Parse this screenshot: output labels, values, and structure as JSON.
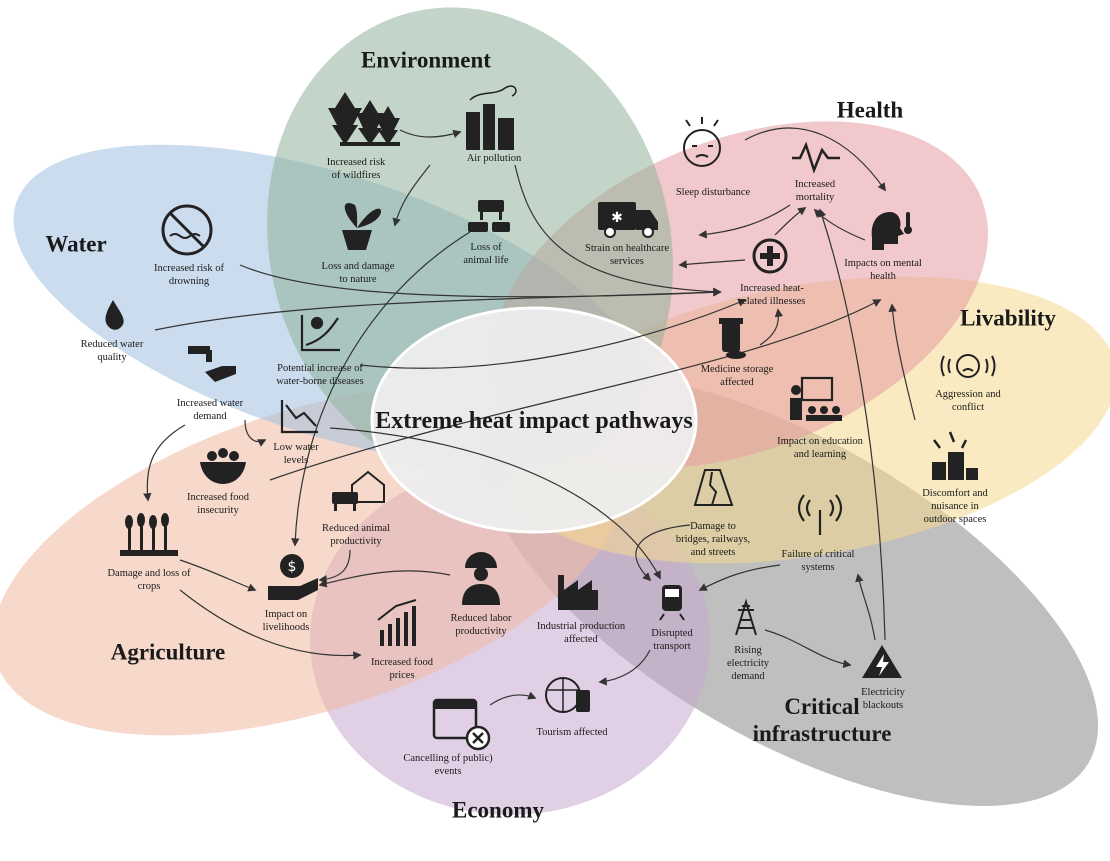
{
  "title": "Extreme heat impact pathways",
  "categories": {
    "environment": "Environment",
    "health": "Health",
    "water": "Water",
    "livability": "Livability",
    "agriculture": "Agriculture",
    "critical": "Critical\ninfrastructure",
    "economy": "Economy"
  },
  "nodes": {
    "wildfires": "Increased risk\nof wildfires",
    "air_pollution": "Air pollution",
    "nature": "Loss and damage\nto nature",
    "animal_life": "Loss of\nanimal life",
    "drowning": "Increased risk of\ndrowning",
    "water_quality": "Reduced water\nquality",
    "water_borne": "Potential increase of\nwater-borne diseases",
    "water_demand": "Increased water\ndemand",
    "low_water": "Low water\nlevels",
    "food_insecurity": "Increased food\ninsecurity",
    "crops": "Damage and loss of\ncrops",
    "livelihoods": "Impact on\nlivelihoods",
    "animal_productivity": "Reduced animal\nproductivity",
    "labor": "Reduced labor\nproductivity",
    "food_prices": "Increased food\nprices",
    "industrial": "Industrial production\naffected",
    "transport": "Disrupted\ntransport",
    "tourism": "Tourism affected",
    "events": "Cancelling of public)\nevents",
    "sleep": "Sleep disturbance",
    "mortality": "Increased\nmortality",
    "healthcare": "Strain on healthcare\nservices",
    "heat_illness": "Increased heat-\nrelated illnesses",
    "mental": "Impacts on mental\nhealth",
    "medicine": "Medicine storage\naffected",
    "aggression": "Aggression and\nconflict",
    "education": "Impact on education\nand learning",
    "discomfort": "Discomfort and\nnuisance in\noutdoor spaces",
    "bridges": "Damage to\nbridges, railways,\nand streets",
    "failure": "Failure of critical\nsystems",
    "electricity_demand": "Rising\nelectricity\ndemand",
    "blackouts": "Electricity\nblackouts"
  },
  "colors": {
    "environment": "#8fb39a",
    "health": "#e59aa3",
    "water": "#9fbfe0",
    "livability": "#f4d98e",
    "agriculture": "#f0b9a0",
    "critical": "#8a8a8a",
    "economy": "#c8a8cf"
  }
}
